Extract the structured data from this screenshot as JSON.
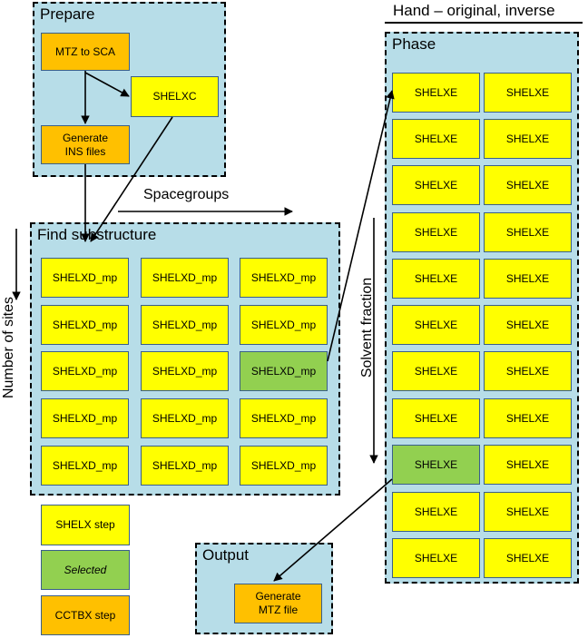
{
  "hand_label": "Hand – original, inverse",
  "spacegroups_label": "Spacegroups",
  "sites_label": "Number of sites",
  "solvent_label": "Solvent fraction",
  "colors": {
    "panel": "#b7dde8",
    "shelx": "#ffff00",
    "selected": "#92d050",
    "cctbx": "#ffc000"
  },
  "prepare": {
    "title": "Prepare",
    "mtz_to_sca": "MTZ to SCA",
    "shelxc": "SHELXC",
    "generate_ins": "Generate\nINS files"
  },
  "find": {
    "title": "Find substructure",
    "rows": [
      [
        "SHELXD_mp",
        "SHELXD_mp",
        "SHELXD_mp"
      ],
      [
        "SHELXD_mp",
        "SHELXD_mp",
        "SHELXD_mp"
      ],
      [
        "SHELXD_mp",
        "SHELXD_mp",
        "SHELXD_mp"
      ],
      [
        "SHELXD_mp",
        "SHELXD_mp",
        "SHELXD_mp"
      ],
      [
        "SHELXD_mp",
        "SHELXD_mp",
        "SHELXD_mp"
      ]
    ],
    "selected": [
      2,
      2
    ]
  },
  "phase": {
    "title": "Phase",
    "rows": [
      [
        "SHELXE",
        "SHELXE"
      ],
      [
        "SHELXE",
        "SHELXE"
      ],
      [
        "SHELXE",
        "SHELXE"
      ],
      [
        "SHELXE",
        "SHELXE"
      ],
      [
        "SHELXE",
        "SHELXE"
      ],
      [
        "SHELXE",
        "SHELXE"
      ],
      [
        "SHELXE",
        "SHELXE"
      ],
      [
        "SHELXE",
        "SHELXE"
      ],
      [
        "SHELXE"
      ],
      [
        "SHELXE",
        "SHELXE"
      ],
      [
        "SHELXE",
        "SHELXE"
      ]
    ],
    "selected": [
      8,
      0
    ]
  },
  "output": {
    "title": "Output",
    "generate_mtz": "Generate\nMTZ file"
  },
  "legend": {
    "shelx": "SHELX step",
    "selected": "Selected",
    "cctbx": "CCTBX step"
  }
}
